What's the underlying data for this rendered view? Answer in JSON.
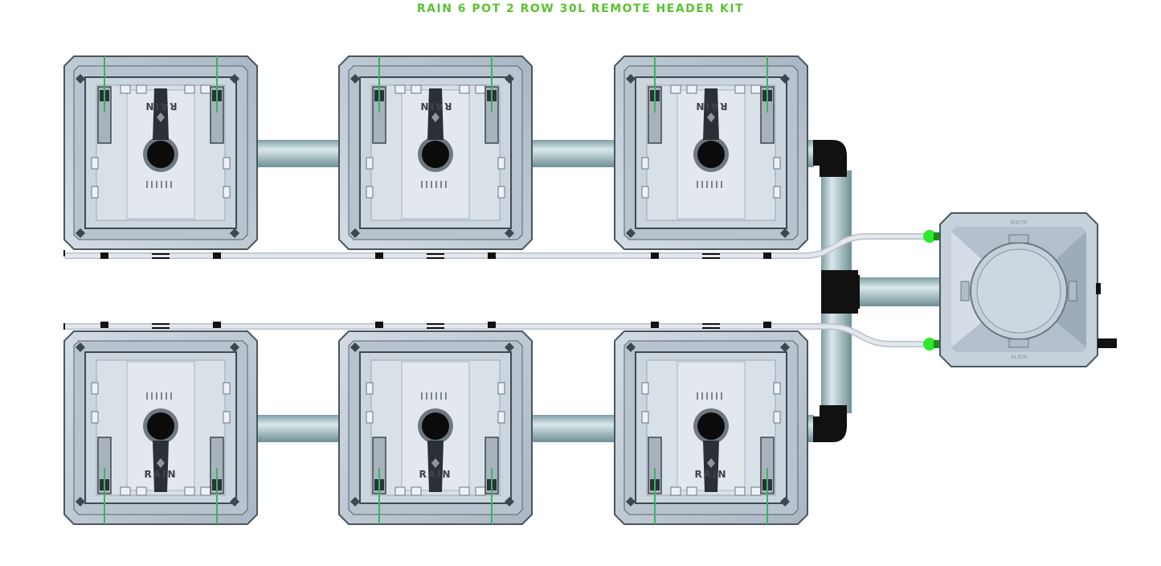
{
  "title": "RAIN 6 POT 2 ROW 30L REMOTE HEADER KIT",
  "pot_label": "RAIN",
  "tank_label": "ALIEN",
  "colors": {
    "title": "#5bc232",
    "pot_body": "#c3cdd7",
    "pot_inner": "#d6dee6",
    "pipe": "#9fb9bd",
    "fitting": "#111111",
    "tube": "#e4e8ee",
    "drip_line": "#3bb45c",
    "connector": "#2ee82e"
  },
  "rows": [
    {
      "pots": [
        "pot",
        "pot",
        "pot"
      ],
      "orientation": "flipped"
    },
    {
      "pots": [
        "pot",
        "pot",
        "pot"
      ],
      "orientation": "normal"
    }
  ]
}
